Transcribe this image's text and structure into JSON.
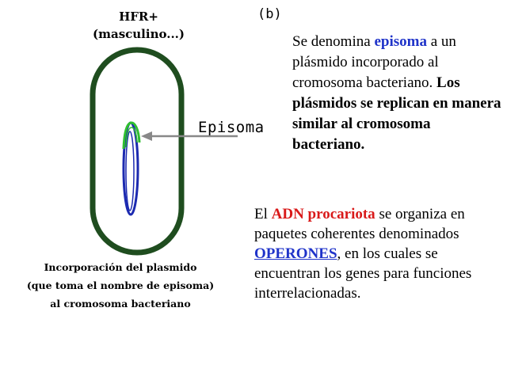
{
  "diagram": {
    "title_line1": "HFR+",
    "title_line2": "(masculino...)",
    "panel_label": "(b)",
    "episome_label": "Episoma",
    "caption_lines": [
      "Incorporación del plasmido",
      "(que toma el nombre de episoma)",
      "al  cromosoma bacteriano"
    ]
  },
  "text": {
    "p1_a": "Se denomina ",
    "p1_term": "episoma",
    "p1_b": " a un plásmido incorporado al cromosoma bacteriano. ",
    "p1_bold": "Los plásmidos se replican en manera similar al cromosoma bacteriano.",
    "p2_a": "El ",
    "p2_term": "ADN procariota",
    "p2_b": " se organiza en paquetes coherentes denominados ",
    "p2_link": "OPERONES",
    "p2_c": ", en los cuales se encuentran los genes para funciones interrelacionadas."
  },
  "colors": {
    "cell_wall": "#1f4d1f",
    "plasmid_green": "#2fbf2f",
    "plasmid_blue": "#1c2ab0",
    "arrow": "#888888",
    "term_blue": "#1f33c9",
    "term_red": "#d91a1a"
  }
}
